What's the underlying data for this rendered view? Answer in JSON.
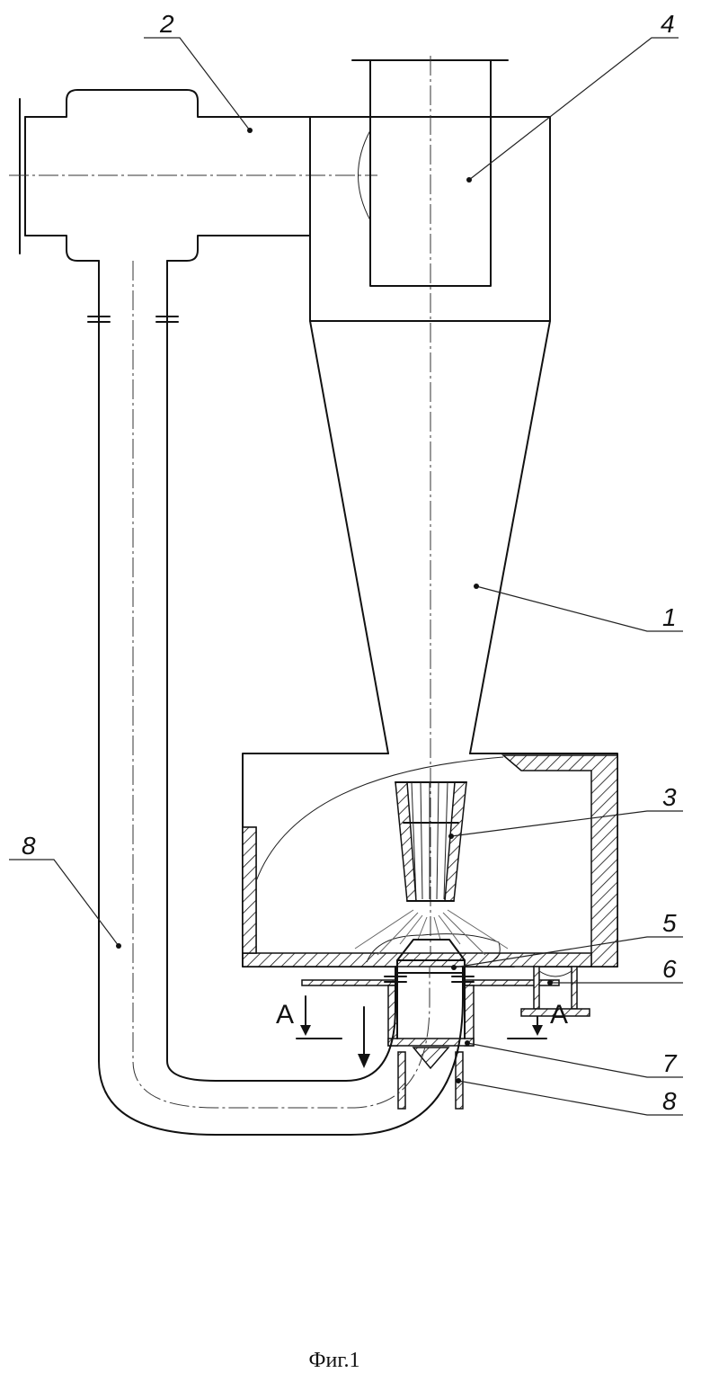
{
  "figure": {
    "caption": "Фиг.1",
    "callouts": {
      "c1": "1",
      "c2": "2",
      "c3": "3",
      "c4": "4",
      "c5": "5",
      "c6": "6",
      "c7": "7",
      "c8a": "8",
      "c8b": "8"
    },
    "section_marks": {
      "left": "A",
      "right": "A"
    }
  }
}
